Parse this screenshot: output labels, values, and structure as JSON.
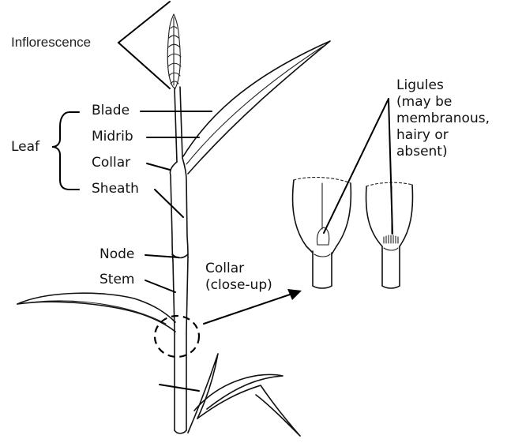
{
  "labels": {
    "inflorescence": "Inflorescence",
    "blade": "Blade",
    "midrib": "Midrib",
    "leaf": "Leaf",
    "collar": "Collar",
    "sheath": "Sheath",
    "node": "Node",
    "stem": "Stem",
    "collar_closeup_line1": "Collar",
    "collar_closeup_line2": "(close-up)",
    "ligules_line1": "Ligules",
    "ligules_line2": "(may be",
    "ligules_line3": "membranous,",
    "ligules_line4": "hairy or",
    "ligules_line5": "absent)"
  }
}
